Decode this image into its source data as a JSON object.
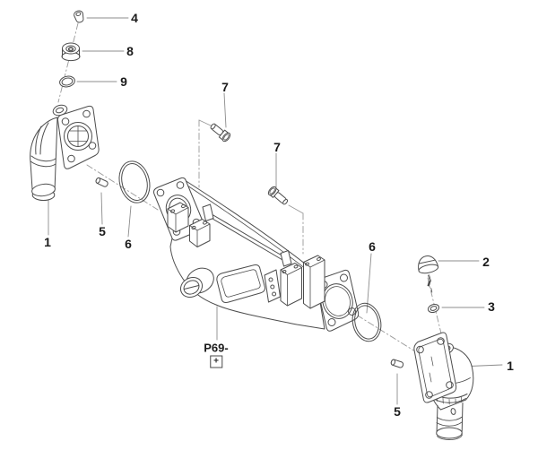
{
  "diagram": {
    "assembly_code": {
      "text": "P69-",
      "expand_symbol": "+"
    },
    "callouts": [
      {
        "label": "4"
      },
      {
        "label": "8"
      },
      {
        "label": "9"
      },
      {
        "label": "7"
      },
      {
        "label": "7"
      },
      {
        "label": "1"
      },
      {
        "label": "5"
      },
      {
        "label": "6"
      },
      {
        "label": "6"
      },
      {
        "label": "2"
      },
      {
        "label": "3"
      },
      {
        "label": "1"
      },
      {
        "label": "5"
      }
    ],
    "colors": {
      "background": "#ffffff",
      "drawing_line": "#4d4d4d",
      "leader_line": "#8c8c8c",
      "centerline": "#999999",
      "label_text": "#1b1b1b"
    }
  }
}
